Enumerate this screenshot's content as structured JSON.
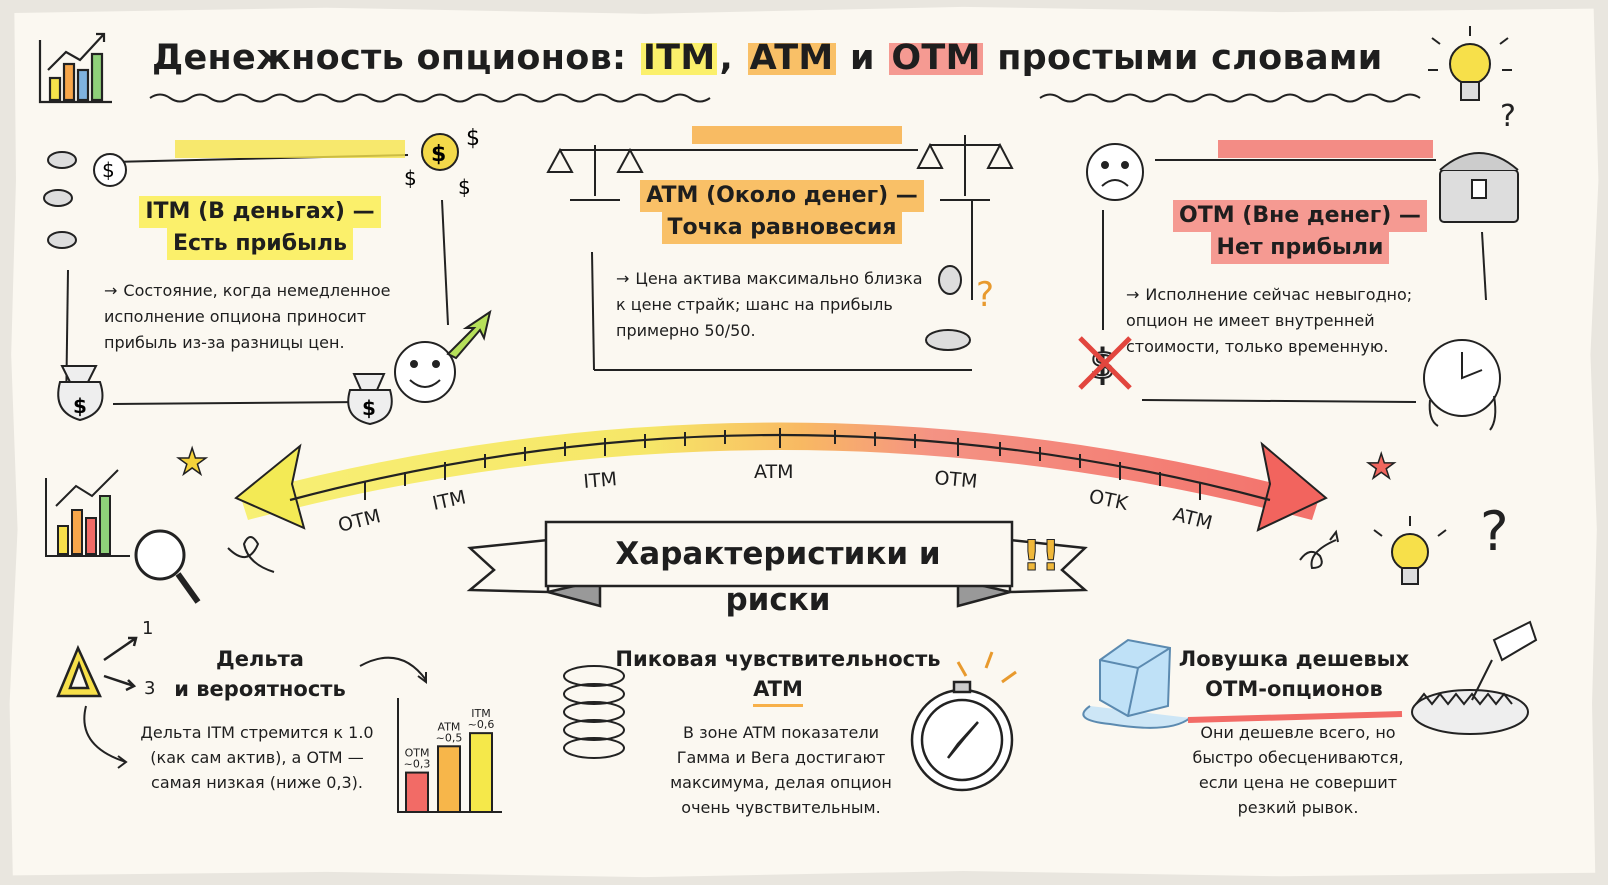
{
  "title": {
    "prefix": "Денежность опционов: ",
    "itm": "ITM",
    "sep1": ", ",
    "atm": "ATM",
    "sep2": " и ",
    "otm": "OTM",
    "suffix": " простыми словами"
  },
  "cards": {
    "itm": {
      "heading_line1": "ITM (В деньгах) —",
      "heading_line2": "Есть прибыль",
      "arrow": "→",
      "text": "Состояние, когда немедленное исполнение опциона приносит прибыль из-за разницы цен."
    },
    "atm": {
      "heading_line1": "ATM (Около денег) —",
      "heading_line2": "Точка равновесия",
      "arrow": "→",
      "text": "Цена актива максимально близка к цене страйк; шанс на прибыль примерно 50/50."
    },
    "otm": {
      "heading_line1": "OTM (Вне денег) —",
      "heading_line2": "Нет прибыли",
      "arrow": "→",
      "text": "Исполнение сейчас невыгодно; опцион не имеет внутренней стоимости, только временную."
    }
  },
  "scale": {
    "labels": [
      "OTM",
      "ITM",
      "ITM",
      "ATM",
      "OTM",
      "OTK",
      "ATM"
    ],
    "colors": {
      "itm": "#f5e84a",
      "atm": "#f7b64a",
      "otm": "#f26b66"
    }
  },
  "banner": {
    "text": "Характеристики и риски",
    "marks": "!!"
  },
  "sections": {
    "delta": {
      "heading_line1": "Дельта",
      "heading_line2": "и вероятность",
      "text": "Дельта ITM стремится к 1.0 (как сам актив), а OTM — самая низкая (ниже 0,3).",
      "arrow_labels": [
        "1",
        "3"
      ]
    },
    "peak": {
      "heading_line1": "Пиковая чувствительность",
      "heading_line2": "ATM",
      "text": "В зоне ATM показатели Гамма и Вега достигают максимума, делая опцион очень чувствительным."
    },
    "trap": {
      "heading_line1": "Ловушка дешевых",
      "heading_line2": "OTM-опционов",
      "text": "Они дешевле всего, но быстро обесцениваются, если цена не совершит резкий рывок."
    }
  },
  "chart_data": {
    "type": "bar",
    "categories": [
      "OTM",
      "ATM",
      "ITM"
    ],
    "bar_labels": [
      "OTM ~0,3",
      "ATM ~0,5",
      "ITM ~0,6"
    ],
    "values": [
      0.3,
      0.5,
      0.6
    ],
    "colors": [
      "#f26b66",
      "#f7b64a",
      "#f5e84a"
    ],
    "ylim": [
      0,
      0.7
    ]
  },
  "icons": {
    "dollar": "$",
    "question": "?",
    "star": "★"
  }
}
